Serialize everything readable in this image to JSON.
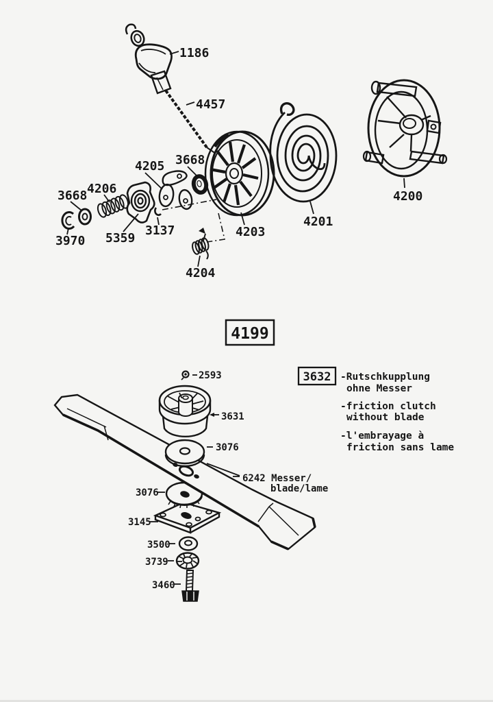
{
  "figure": {
    "assembly_box_number": "4199",
    "variant_box_number": "3632"
  },
  "part_labels": {
    "starter_handle": "1186",
    "starter_rope": "4457",
    "pawl_set": "4205",
    "washer_top_right": "3668",
    "washer_left": "3668",
    "spring_4206": "4206",
    "e_ring": "3970",
    "pawl_cam": "5359",
    "clip_3137": "3137",
    "rope_pulley": "4203",
    "rewind_spring": "4201",
    "starter_housing": "4200",
    "spring_4204": "4204",
    "key": "2593",
    "clutch_bell": "3631",
    "washer_above_blade": "3076",
    "washer_below_blade": "3076",
    "blade_line1": "6242 Messer/",
    "blade_line2": "blade/lame",
    "clutch_plate": "3145",
    "washer_3500": "3500",
    "lock_washer": "3739",
    "bolt": "3460"
  },
  "notes": {
    "de_line1": "-Rutschkupplung",
    "de_line2": "ohne Messer",
    "en_line1": "-friction clutch",
    "en_line2": "without blade",
    "fr_line1": "-l'embrayage à",
    "fr_line2": "friction sans lame"
  }
}
